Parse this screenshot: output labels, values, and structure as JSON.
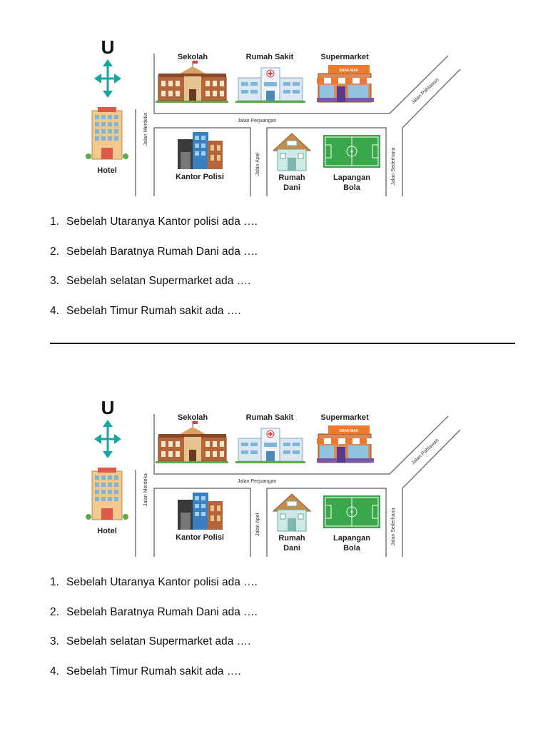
{
  "worksheet": {
    "map": {
      "compass_label": "U",
      "buildings": {
        "hotel": "Hotel",
        "school": "Sekolah",
        "hospital": "Rumah Sakit",
        "supermarket": "Supermarket",
        "supermarket_sign": "SNAK MAK",
        "police": "Kantor Polisi",
        "house_line1": "Rumah",
        "house_line2": "Dani",
        "field_line1": "Lapangan",
        "field_line2": "Bola"
      },
      "streets": {
        "merdeka": "Jalan Merdeka",
        "perjuangan": "Jalan Perjuangan",
        "apel": "Jalan Apel",
        "sederhana": "Jalan Sederhana",
        "pahlawan": "Jalan Pahlawan"
      },
      "colors": {
        "compass": "#1aa5a0",
        "field": "#3aa84a",
        "school_brick": "#b5653a",
        "hospital_wall": "#dbe7f1",
        "awning": "#f07a2c",
        "road_line": "#777777"
      }
    },
    "questions": [
      {
        "number": "1.",
        "text": "Sebelah Utaranya Kantor polisi ada …."
      },
      {
        "number": "2.",
        "text": "Sebelah Baratnya Rumah Dani ada …."
      },
      {
        "number": "3.",
        "text": "Sebelah selatan Supermarket ada …."
      },
      {
        "number": "4.",
        "text": "Sebelah Timur Rumah sakit ada …."
      }
    ]
  }
}
